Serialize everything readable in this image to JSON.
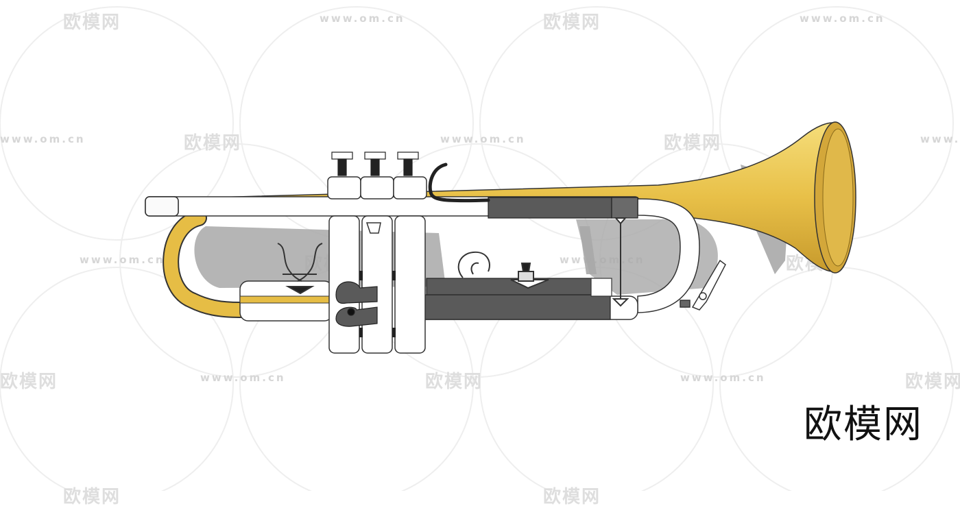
{
  "brand_mark": "欧模网",
  "watermark": {
    "site_name": "欧模网",
    "url": "www.om.cn"
  },
  "subject": {
    "icon": "trumpet-3d-model",
    "colors": {
      "bell_brass": "#e8c048",
      "brass_shadow": "#b8922a",
      "tube_white": "#ffffff",
      "outline": "#333333",
      "grip_gray": "#5a5a5a",
      "cast_shadow": "#9a9a9a"
    }
  }
}
